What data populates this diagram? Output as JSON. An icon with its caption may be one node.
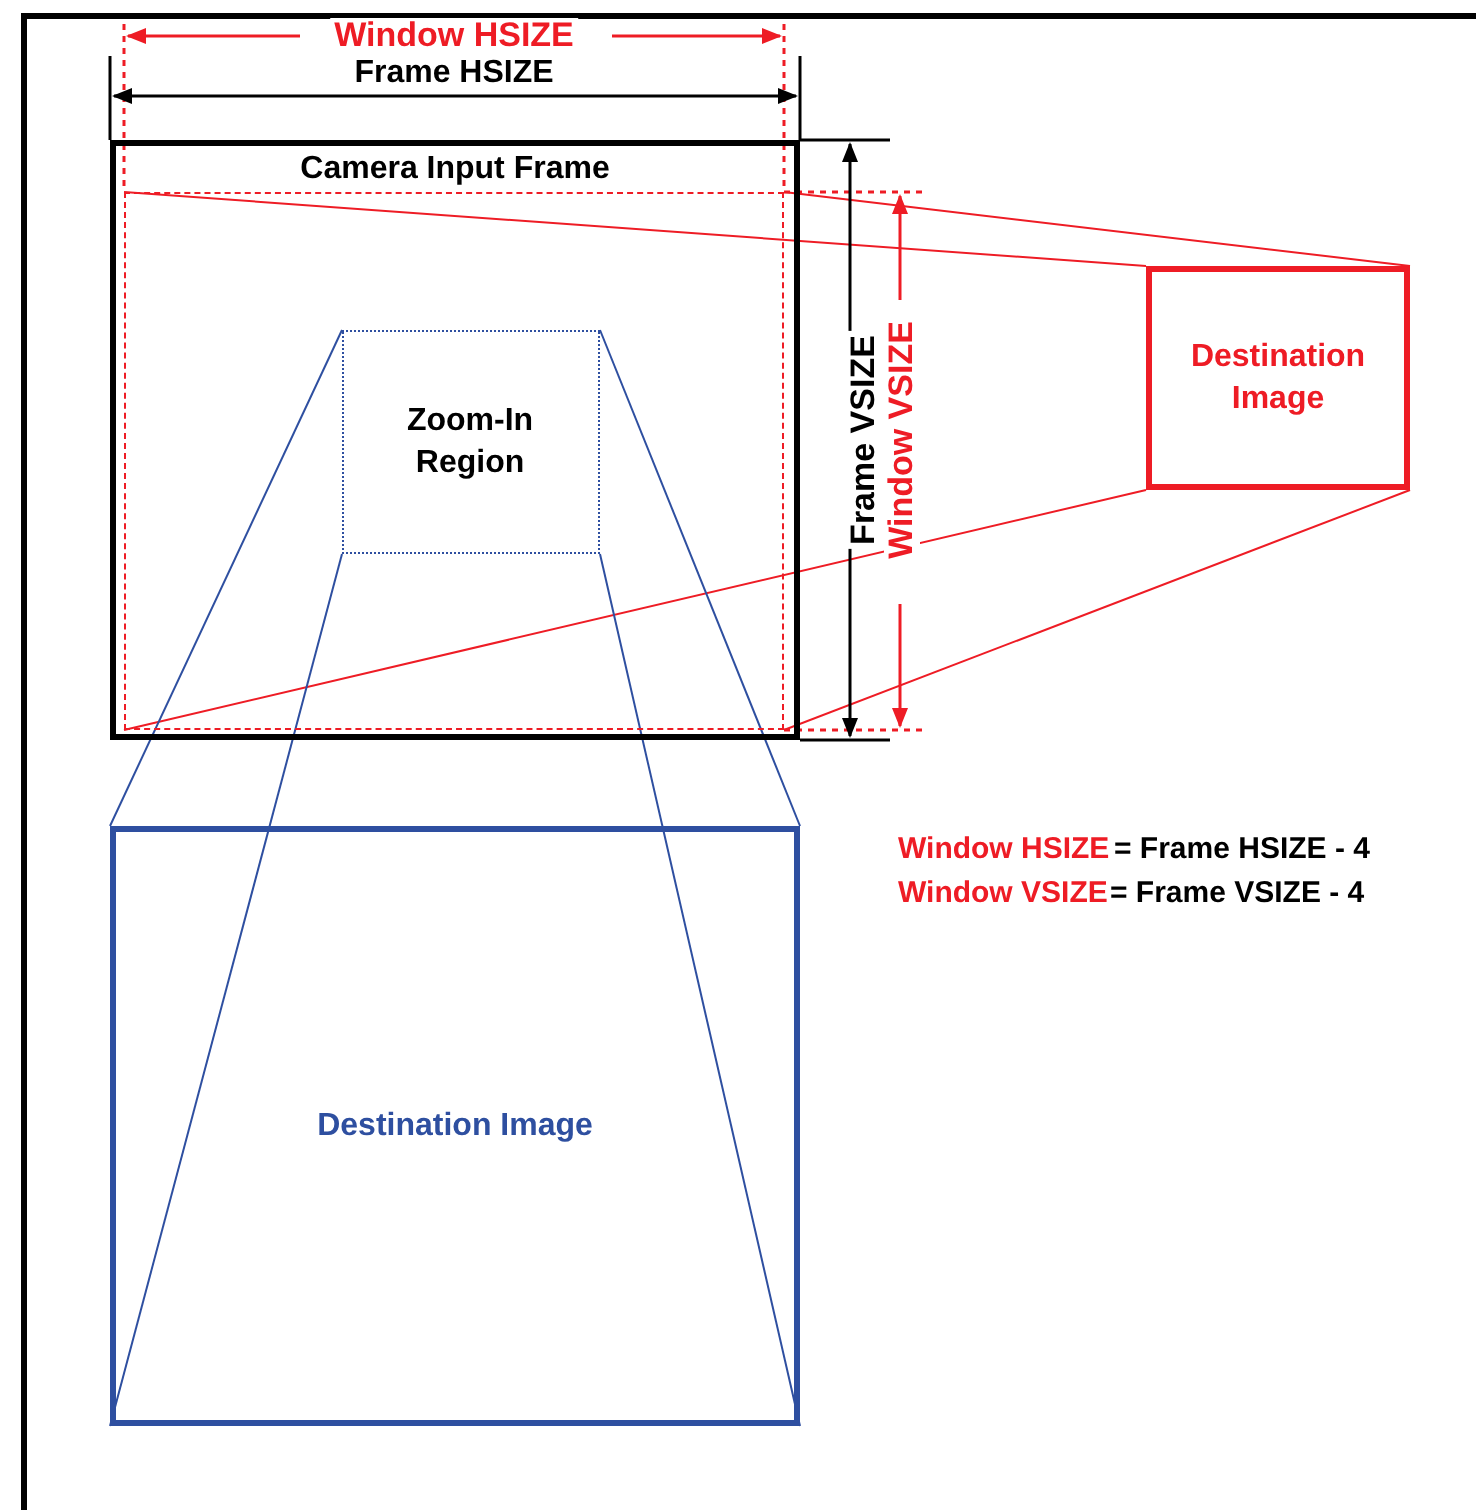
{
  "diagram": {
    "nodes": [
      {
        "text": [
          "Camera Input Frame"
        ]
      },
      {
        "text": [],
        "shape": "box",
        "in": 0
      },
      {
        "text": [
          "Zoom-In Region"
        ],
        "in": 1
      },
      {
        "text": [
          "Destination Image"
        ]
      },
      {
        "text": [
          "Destination Image"
        ]
      }
    ],
    "edges": [
      {
        "from": 1,
        "to": 3,
        "arrow": "none",
        "color": "#ee1c25"
      },
      {
        "from": 1,
        "to": 3,
        "arrow": "none",
        "color": "#ee1c25"
      },
      {
        "from": 1,
        "to": 3,
        "arrow": "none",
        "color": "#ee1c25"
      },
      {
        "from": 1,
        "to": 3,
        "arrow": "none",
        "color": "#ee1c25"
      },
      {
        "from": 2,
        "to": 4,
        "arrow": "none",
        "color": "#2e4fa0"
      },
      {
        "from": 2,
        "to": 4,
        "arrow": "none",
        "color": "#2e4fa0"
      },
      {
        "from": 2,
        "to": 4,
        "arrow": "none",
        "color": "#2e4fa0"
      },
      {
        "from": 2,
        "to": 4,
        "arrow": "none",
        "color": "#2e4fa0"
      }
    ],
    "labels": [
      "Window HSIZE",
      "Frame HSIZE",
      "Frame VSIZE",
      "Window VSIZE",
      "Window HSIZE",
      "= Frame HSIZE - 4",
      "Window VSIZE",
      "= Frame VSIZE - 4"
    ]
  }
}
